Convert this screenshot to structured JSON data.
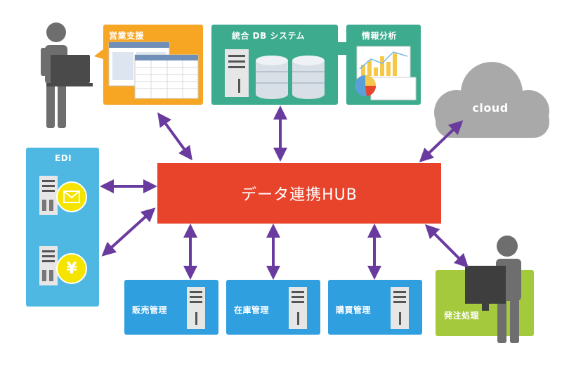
{
  "hub": {
    "label": "データ連携HUB",
    "color": "#e8442c"
  },
  "top_boxes": {
    "sales_support": {
      "label": "営業支援",
      "color": "#f6a623"
    },
    "integrated_db": {
      "label": "統合 DB システム",
      "color": "#3dab8e"
    },
    "info_analysis": {
      "label": "情報分析",
      "color": "#3dab8e"
    }
  },
  "cloud": {
    "label": "cloud",
    "color": "#a9a9a9"
  },
  "edi": {
    "label": "EDI",
    "color": "#4fb8e2",
    "yen_symbol": "¥",
    "mail_icon": "envelope-icon"
  },
  "bottom_boxes": [
    {
      "label": "販売管理",
      "color": "#2f9fe0"
    },
    {
      "label": "在庫管理",
      "color": "#2f9fe0"
    },
    {
      "label": "購買管理",
      "color": "#2f9fe0"
    }
  ],
  "order_processing": {
    "label": "発注処理",
    "color": "#a5c93c"
  },
  "colors": {
    "arrow": "#6a3b9e",
    "person": "#6e6e6e",
    "server": "#e6e6e6",
    "badge": "#f5e400"
  }
}
